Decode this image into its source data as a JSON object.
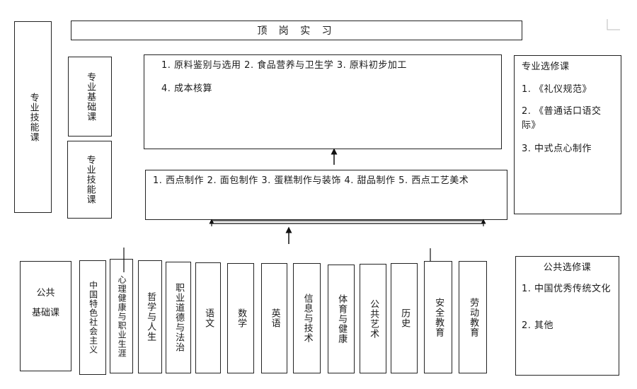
{
  "title": "顶 岗 实 习",
  "left_outer_label": "专业技能课",
  "upper_left_label": "专业基础课",
  "mid_left_label": "专业技能课",
  "upper_courses": {
    "line1": "1. 原料鉴别与选用 2. 食品营养与卫生学 3. 原料初步加工",
    "line2": "4. 成本核算"
  },
  "skill_courses": {
    "line1": "1. 西点制作 2. 面包制作 3. 蛋糕制作与装饰 4. 甜品制作 5. 西点工艺美术"
  },
  "elective_major": {
    "title": "专业选修课",
    "items": [
      "1. 《礼仪规范》",
      "2. 《普通话口语交际》",
      "3. 中式点心制作"
    ]
  },
  "public_base_label": {
    "line1": "公共",
    "line2": "基础课"
  },
  "public_courses": [
    "中国特色社会主义",
    "心理健康与职业生涯",
    "哲学与人生",
    "职业道德与法治",
    "语文",
    "数学",
    "英语",
    "信息与技术",
    "体育与健康",
    "公共艺术",
    "历史",
    "安全教育",
    "劳动教育"
  ],
  "elective_public": {
    "title": "公共选修课",
    "items": [
      "1. 中国优秀传统文化",
      "2. 其他"
    ]
  }
}
